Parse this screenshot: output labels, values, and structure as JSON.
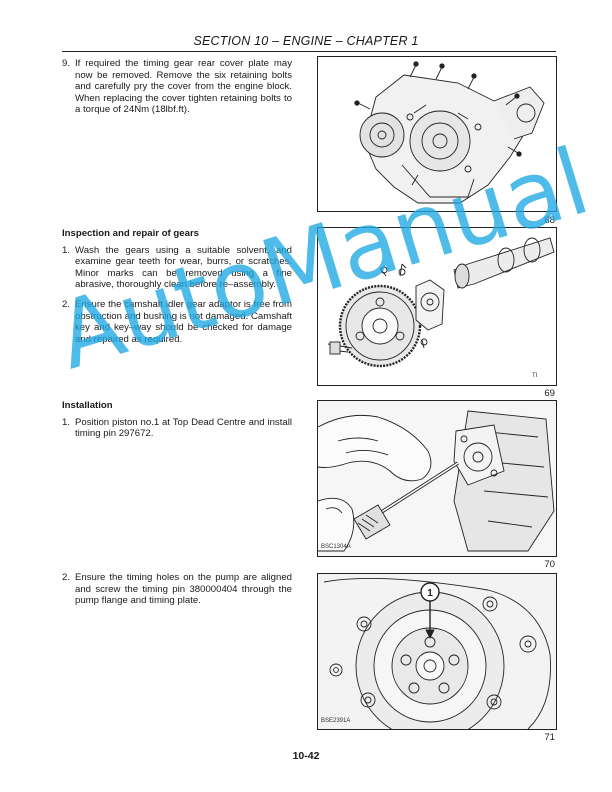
{
  "header": {
    "title": "SECTION 10 – ENGINE – CHAPTER 1"
  },
  "blocks": {
    "step9": {
      "num": "9.",
      "text": "If required the timing gear rear cover plate may now be removed. Remove the six retaining bolts and carefully pry the cover from the engine block. When replacing the cover tighten retaining bolts to a torque of 24Nm (18lbf.ft)."
    },
    "inspection": {
      "heading": "Inspection and repair of gears",
      "steps": [
        {
          "num": "1.",
          "text": "Wash the gears using a suitable solvent, and examine gear teeth for wear, burrs, or scratches. Minor marks can be removed using a fine abrasive, thoroughly clean before re–assembly."
        },
        {
          "num": "2.",
          "text": "Ensure the camshaft idler gear adaptor is free from obstruction and bushing is not damaged. Camshaft key and key–way should be checked for damage and repaired as required."
        }
      ]
    },
    "installation": {
      "heading": "Installation",
      "steps": [
        {
          "num": "1.",
          "text": "Position piston no.1 at Top Dead Centre and install timing pin 297672."
        },
        {
          "num": "2.",
          "text": "Ensure the timing holes on the pump are aligned and screw the timing pin 380000404 through the pump flange and timing plate."
        }
      ]
    }
  },
  "figures": [
    {
      "number": "68"
    },
    {
      "number": "69",
      "code": "TI"
    },
    {
      "number": "70",
      "code": "BSC1304A"
    },
    {
      "number": "71",
      "code": "BSE2391A",
      "callout": "1"
    }
  ],
  "footer": {
    "page_number": "10-42"
  },
  "watermark": {
    "text": "AutoManual",
    "color": "#1da9e4"
  }
}
